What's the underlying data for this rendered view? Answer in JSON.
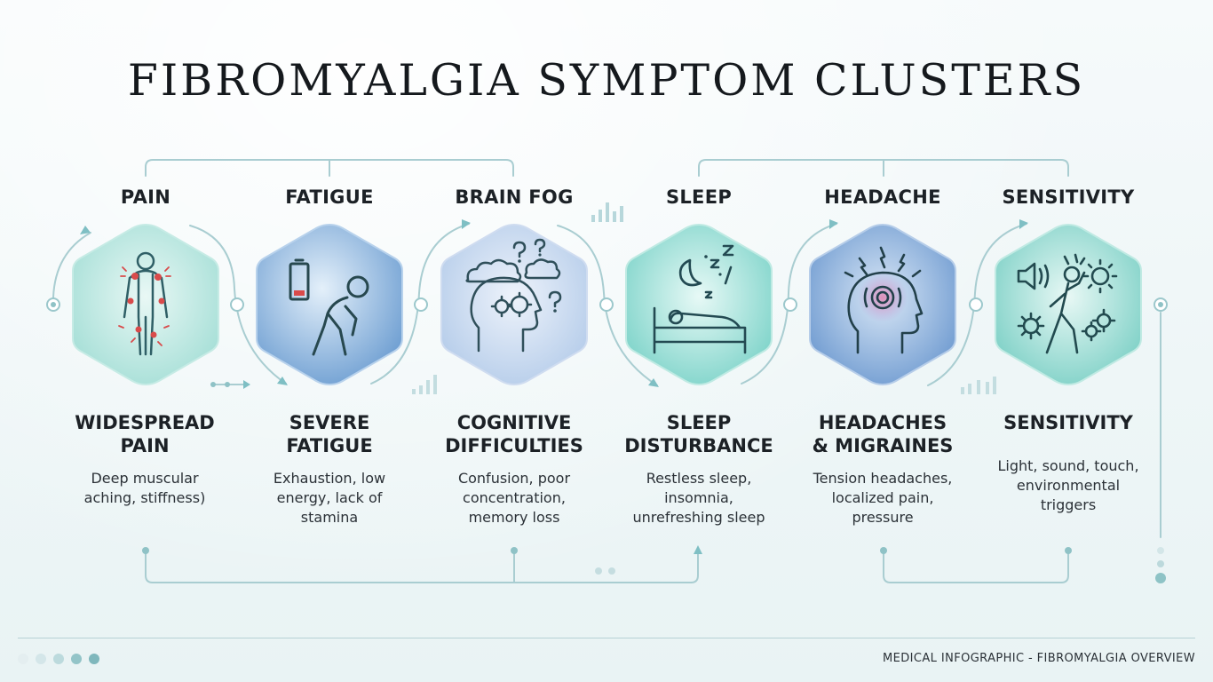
{
  "title": "FIBROMYALGIA SYMPTOM CLUSTERS",
  "footer": {
    "text": "MEDICAL INFOGRAPHIC - FIBROMYALGIA OVERVIEW"
  },
  "clusters": [
    {
      "label": "PAIN",
      "heading_lines": [
        "WIDESPREAD",
        "PAIN"
      ],
      "description_lines": [
        "Deep muscular",
        "aching, stiffness)"
      ],
      "icon": "body-pain-icon"
    },
    {
      "label": "FATIGUE",
      "heading_lines": [
        "SEVERE",
        "FATIGUE"
      ],
      "description_lines": [
        "Exhaustion, low",
        "energy, lack of",
        "stamina"
      ],
      "icon": "tired-person-battery-icon"
    },
    {
      "label": "BRAIN FOG",
      "heading_lines": [
        "COGNITIVE",
        "DIFFICULTIES"
      ],
      "description_lines": [
        "Confusion, poor",
        "concentration,",
        "memory loss"
      ],
      "icon": "head-cloud-gears-icon"
    },
    {
      "label": "SLEEP",
      "heading_lines": [
        "SLEEP",
        "DISTURBANCE"
      ],
      "description_lines": [
        "Restless sleep,",
        "insomnia,",
        "unrefreshing sleep"
      ],
      "icon": "bed-moon-icon"
    },
    {
      "label": "HEADACHE",
      "heading_lines": [
        "HEADACHES",
        "& MIGRAINES"
      ],
      "description_lines": [
        "Tension headaches,",
        "localized pain,",
        "pressure"
      ],
      "icon": "head-pain-icon"
    },
    {
      "label": "SENSITIVITY",
      "heading_lines": [
        "SENSITIVITY"
      ],
      "description_lines": [
        "Light, sound, touch,",
        "environmental",
        "triggers"
      ],
      "icon": "person-sun-sound-icon"
    }
  ],
  "colors": {
    "teal_light": "#cdeee9",
    "teal_mid": "#7fcfc6",
    "blue_light": "#c7dcef",
    "blue_mid": "#7ea9d6",
    "icon_stroke": "#2f5f66",
    "pain_red": "#d94b4b",
    "connector": "#a9cdd1"
  }
}
